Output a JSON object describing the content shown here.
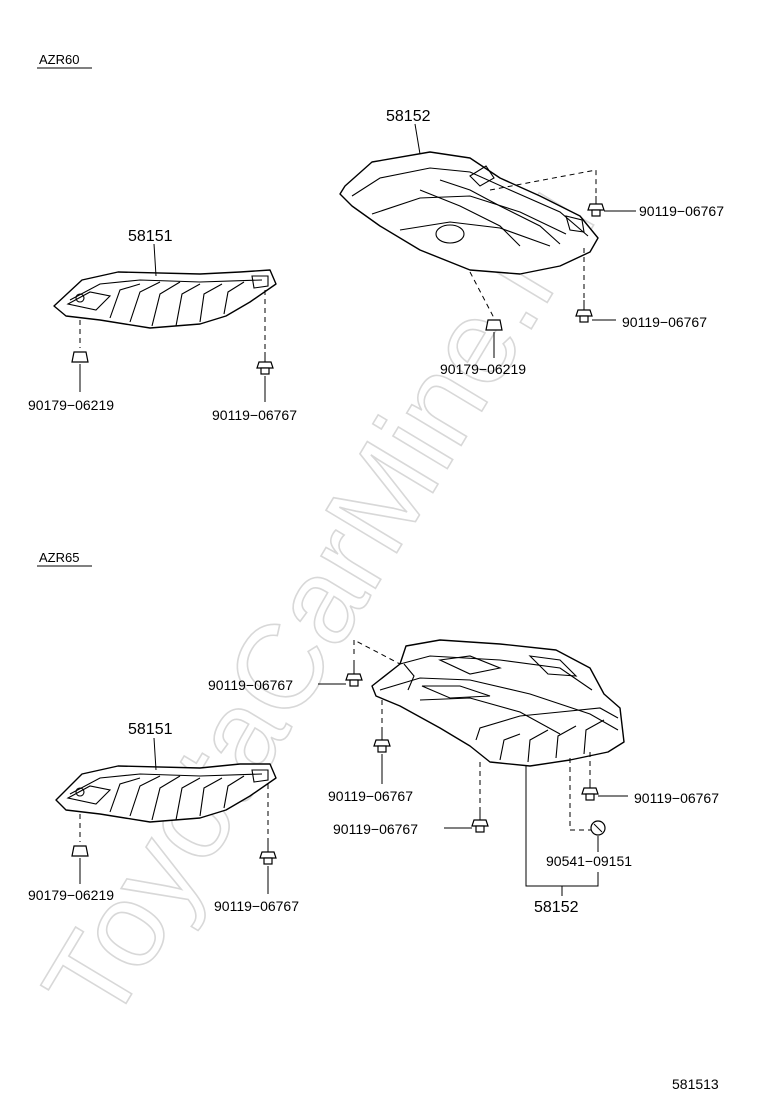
{
  "watermark": "ToyotaCarMine.ru",
  "sections": {
    "azr60": {
      "title": "AZR60",
      "labels": {
        "p58152": "58152",
        "p58151": "58151",
        "bolt_right_upper": "90119−06767",
        "bolt_right_lower": "90119−06767",
        "nut_center": "90179−06219",
        "nut_left": "90179−06219",
        "bolt_left": "90119−06767"
      }
    },
    "azr65": {
      "title": "AZR65",
      "labels": {
        "p58151": "58151",
        "p58152": "58152",
        "bolt_top_left": "90119−06767",
        "bolt_mid_left": "90119−06767",
        "bolt_lower_left": "90119−06767",
        "bolt_right": "90119−06767",
        "clip": "90541−09151",
        "nut_left": "90179−06219",
        "bolt_left": "90119−06767"
      }
    }
  },
  "figure_code": "581513"
}
